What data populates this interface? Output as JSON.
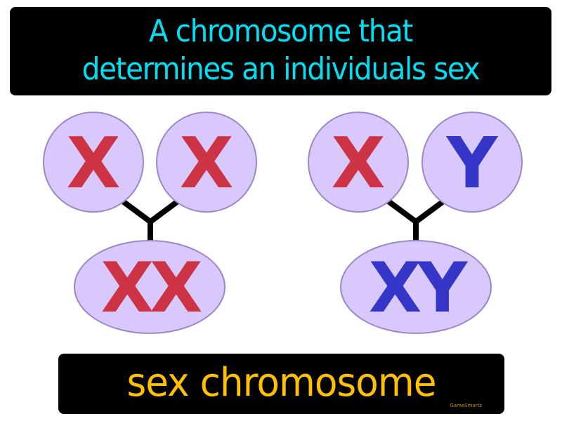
{
  "definition": {
    "line1": "A chromosome that",
    "line2": "determines an individuals sex"
  },
  "term": "sex chromosome",
  "brand": "GameSmartz",
  "colors": {
    "definition_text": "#00e0f5",
    "term_text": "#ffc000",
    "cell_fill": "#d8c8fc",
    "cell_stroke": "#9b88c8",
    "x_color": "#cc3344",
    "y_color": "#3535c8",
    "connector": "#000000"
  },
  "diagram": {
    "female": {
      "parent_left": "X",
      "parent_right": "X",
      "result": "XX"
    },
    "male": {
      "parent_left": "X",
      "parent_right": "Y",
      "result_first": "X",
      "result_second": "Y"
    }
  }
}
